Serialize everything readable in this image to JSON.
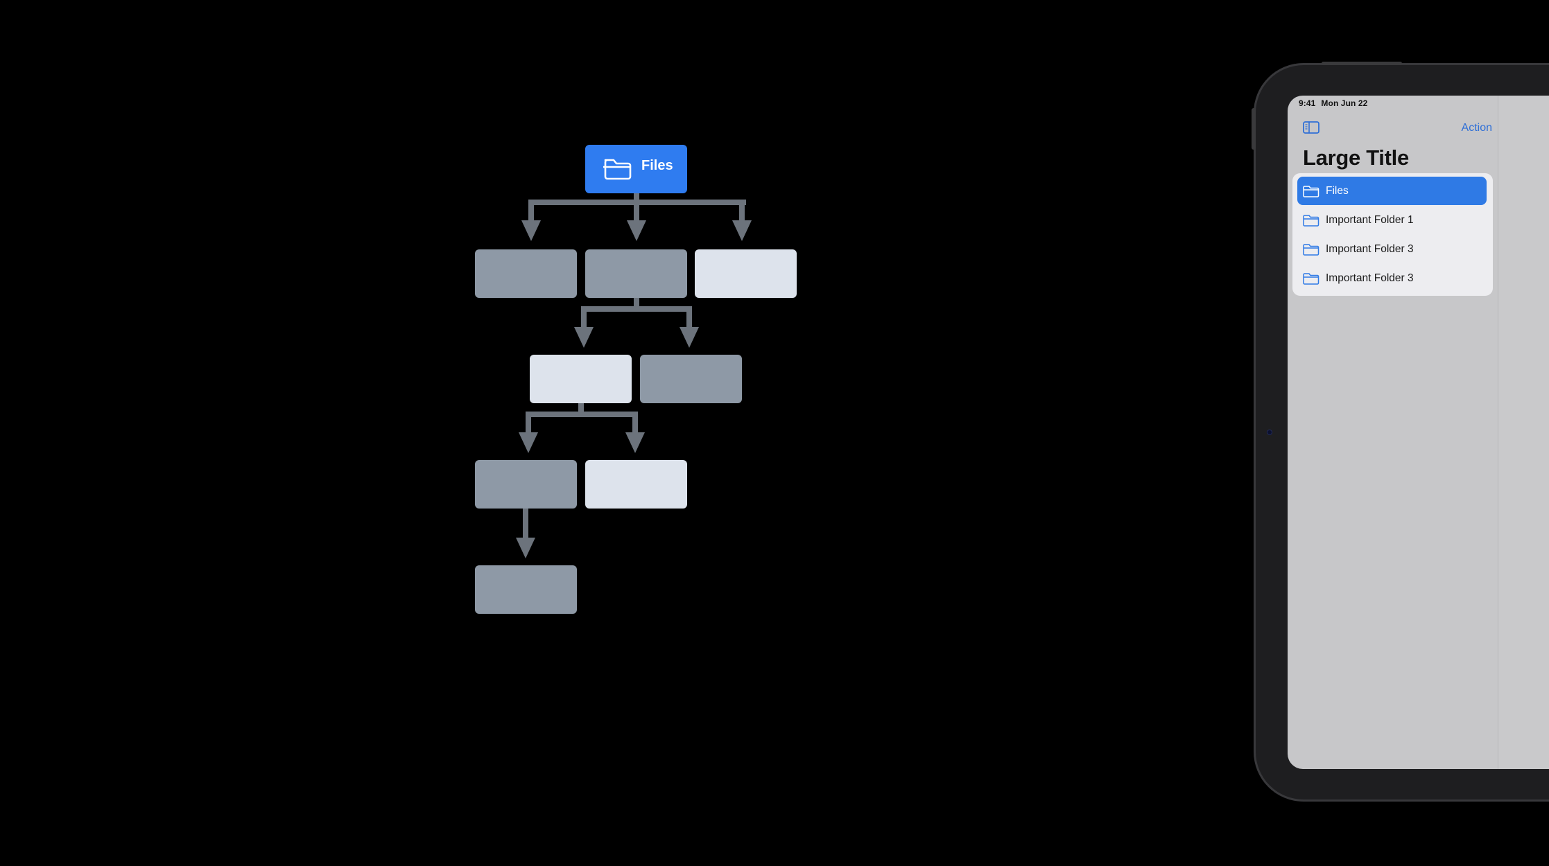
{
  "diagram": {
    "root_label": "Files",
    "colors": {
      "root": "#2f7cf0",
      "node_dark": "#8e99a6",
      "node_light": "#dde3ec",
      "connector": "#6c737c"
    }
  },
  "ipad": {
    "status_bar": {
      "time": "9:41",
      "date": "Mon Jun 22"
    },
    "nav": {
      "sidebar_icon": "sidebar-toggle-icon",
      "action_label": "Action"
    },
    "large_title": "Large Title",
    "list": [
      {
        "label": "Files",
        "icon": "folder-icon",
        "selected": true
      },
      {
        "label": "Important Folder 1",
        "icon": "folder-icon",
        "selected": false
      },
      {
        "label": "Important Folder 3",
        "icon": "folder-icon",
        "selected": false
      },
      {
        "label": "Important Folder 3",
        "icon": "folder-icon",
        "selected": false
      }
    ],
    "colors": {
      "accent": "#2f7ae5",
      "action_text": "#2f6fd6"
    }
  }
}
